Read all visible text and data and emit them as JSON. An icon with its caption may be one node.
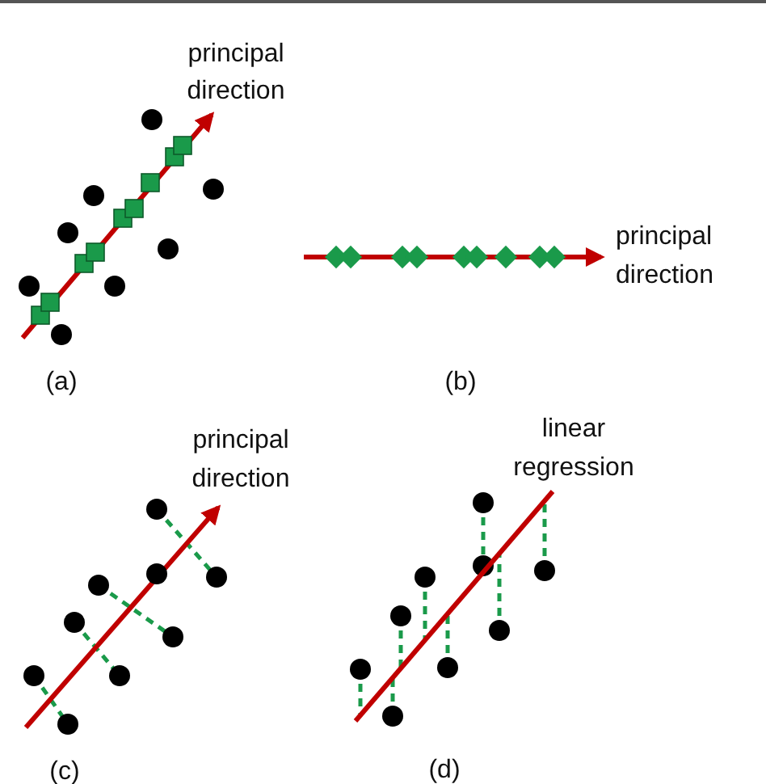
{
  "diagram": {
    "labels": [
      "principal direction",
      "principal direction",
      "(a)",
      "(b)",
      "principal direction",
      "linear regression",
      "(c)",
      "(d)"
    ]
  }
}
